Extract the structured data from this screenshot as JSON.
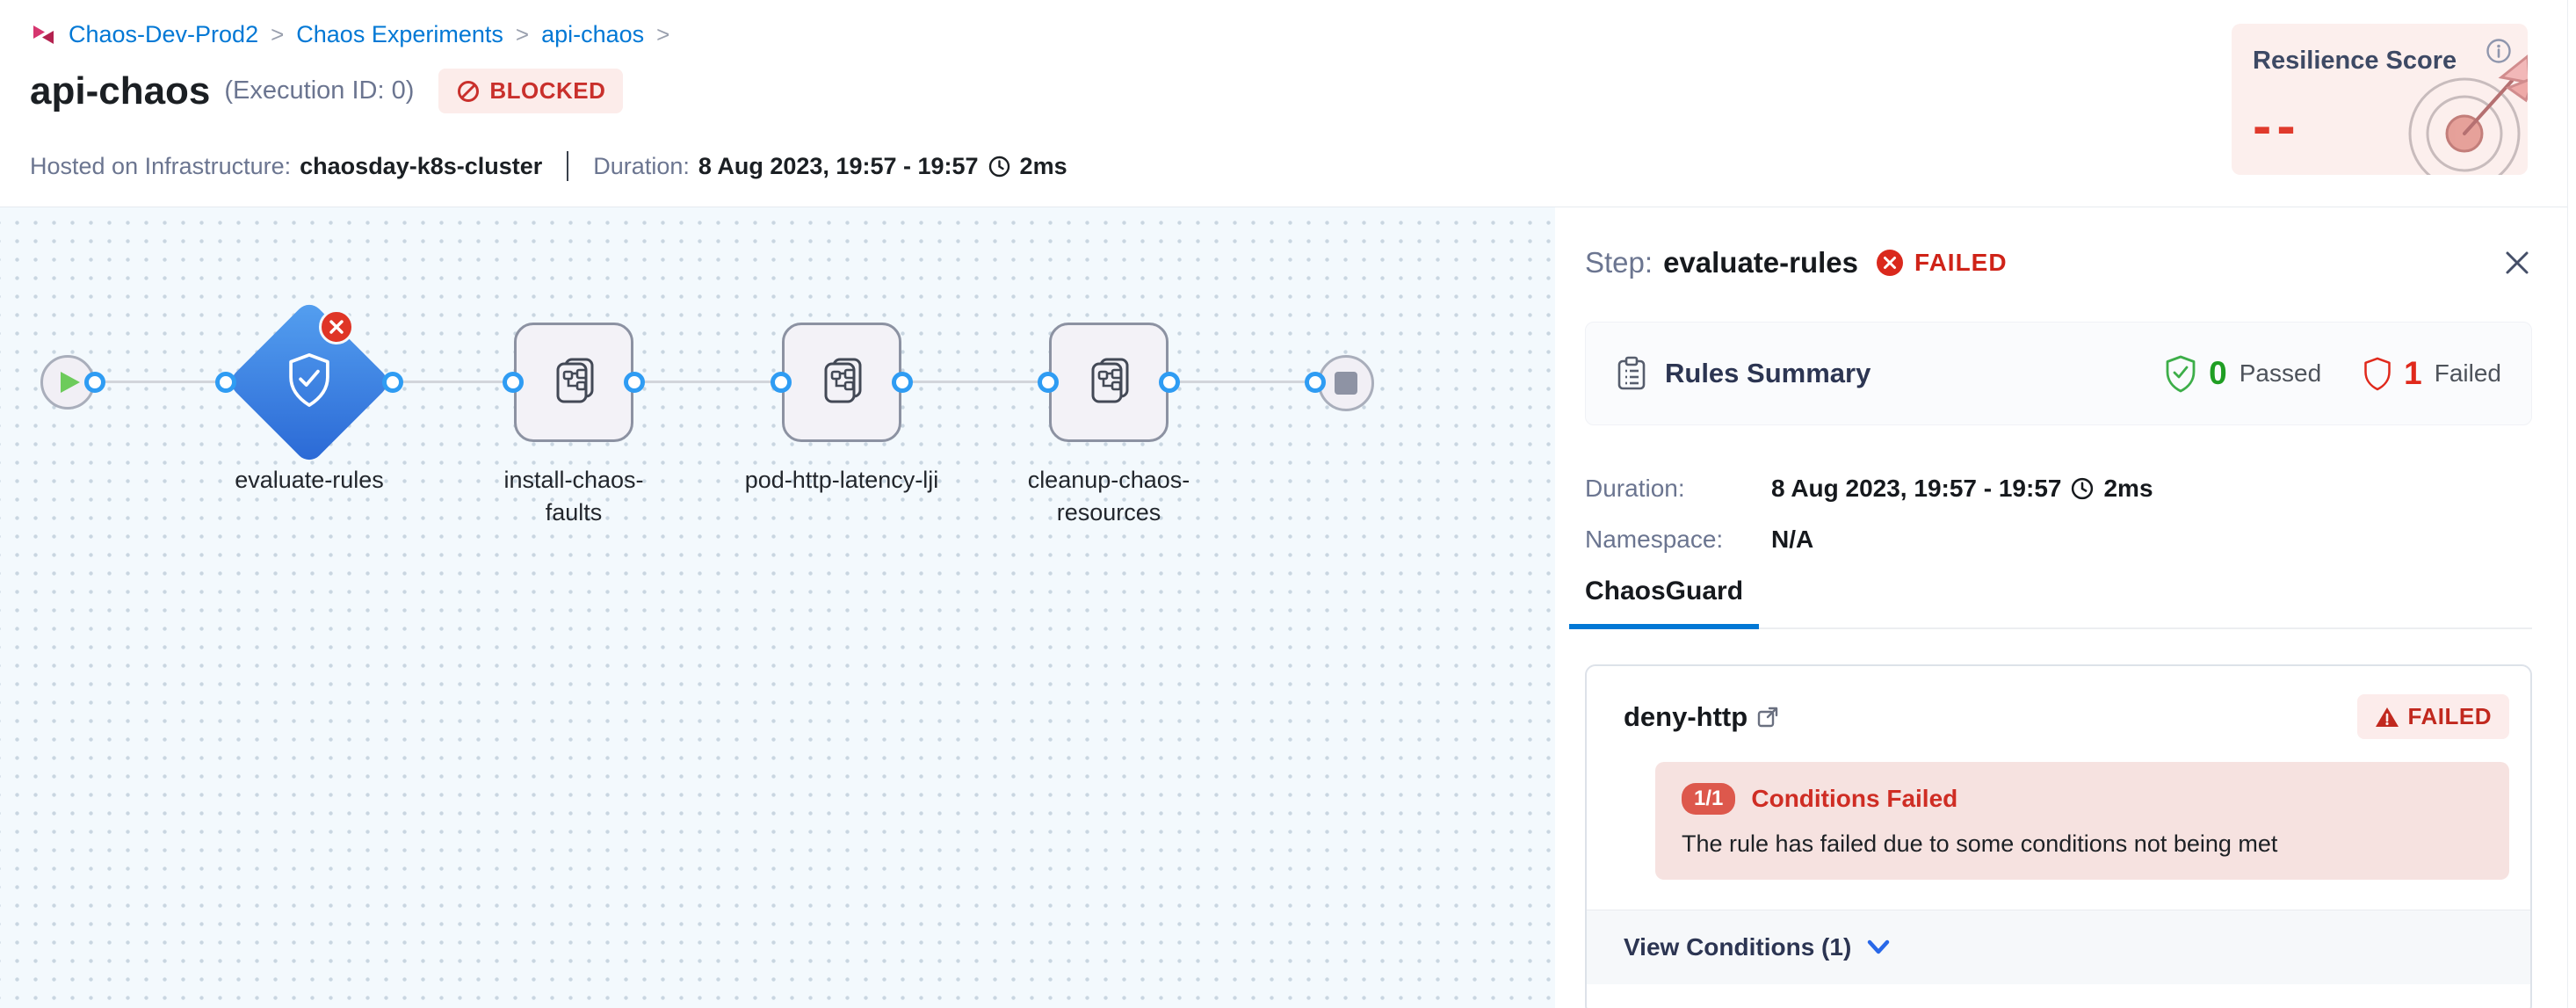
{
  "breadcrumb": {
    "items": [
      "Chaos-Dev-Prod2",
      "Chaos Experiments",
      "api-chaos"
    ],
    "separator": ">"
  },
  "header": {
    "title": "api-chaos",
    "execution_id": "(Execution ID: 0)",
    "status_badge": "BLOCKED",
    "infra_label": "Hosted on Infrastructure:",
    "infra_value": "chaosday-k8s-cluster",
    "duration_label": "Duration:",
    "duration_value": "8 Aug 2023, 19:57 - 19:57",
    "duration_ms": "2ms"
  },
  "resilience": {
    "title": "Resilience Score",
    "value": "--"
  },
  "pipeline": {
    "nodes": [
      {
        "label": "evaluate-rules",
        "type": "chaosguard",
        "status": "failed"
      },
      {
        "label": "install-chaos-faults",
        "type": "step-group"
      },
      {
        "label": "pod-http-latency-lji",
        "type": "step-group"
      },
      {
        "label": "cleanup-chaos-resources",
        "type": "step-group"
      }
    ]
  },
  "panel": {
    "step_label": "Step:",
    "step_name": "evaluate-rules",
    "status": "FAILED",
    "rules_summary": {
      "title": "Rules Summary",
      "passed_count": "0",
      "passed_label": "Passed",
      "failed_count": "1",
      "failed_label": "Failed"
    },
    "duration_label": "Duration:",
    "duration_value": "8 Aug 2023, 19:57 - 19:57",
    "duration_ms": "2ms",
    "namespace_label": "Namespace:",
    "namespace_value": "N/A",
    "tab": "ChaosGuard",
    "rule_card": {
      "name": "deny-http",
      "status": "FAILED",
      "conditions_badge": "1/1",
      "conditions_title": "Conditions Failed",
      "conditions_desc": "The rule has failed due to some conditions not being met",
      "view_conditions": "View Conditions (1)"
    }
  }
}
